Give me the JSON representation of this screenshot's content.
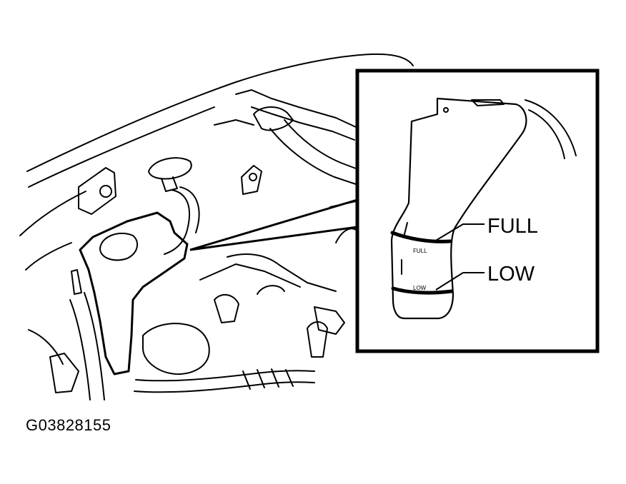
{
  "figure": {
    "callouts": {
      "full": "FULL",
      "low": "LOW"
    },
    "tank_marks": {
      "full": "FULL",
      "low": "LOW"
    },
    "figure_code": "G03828155",
    "colors": {
      "line": "#000000",
      "background": "#ffffff"
    }
  }
}
